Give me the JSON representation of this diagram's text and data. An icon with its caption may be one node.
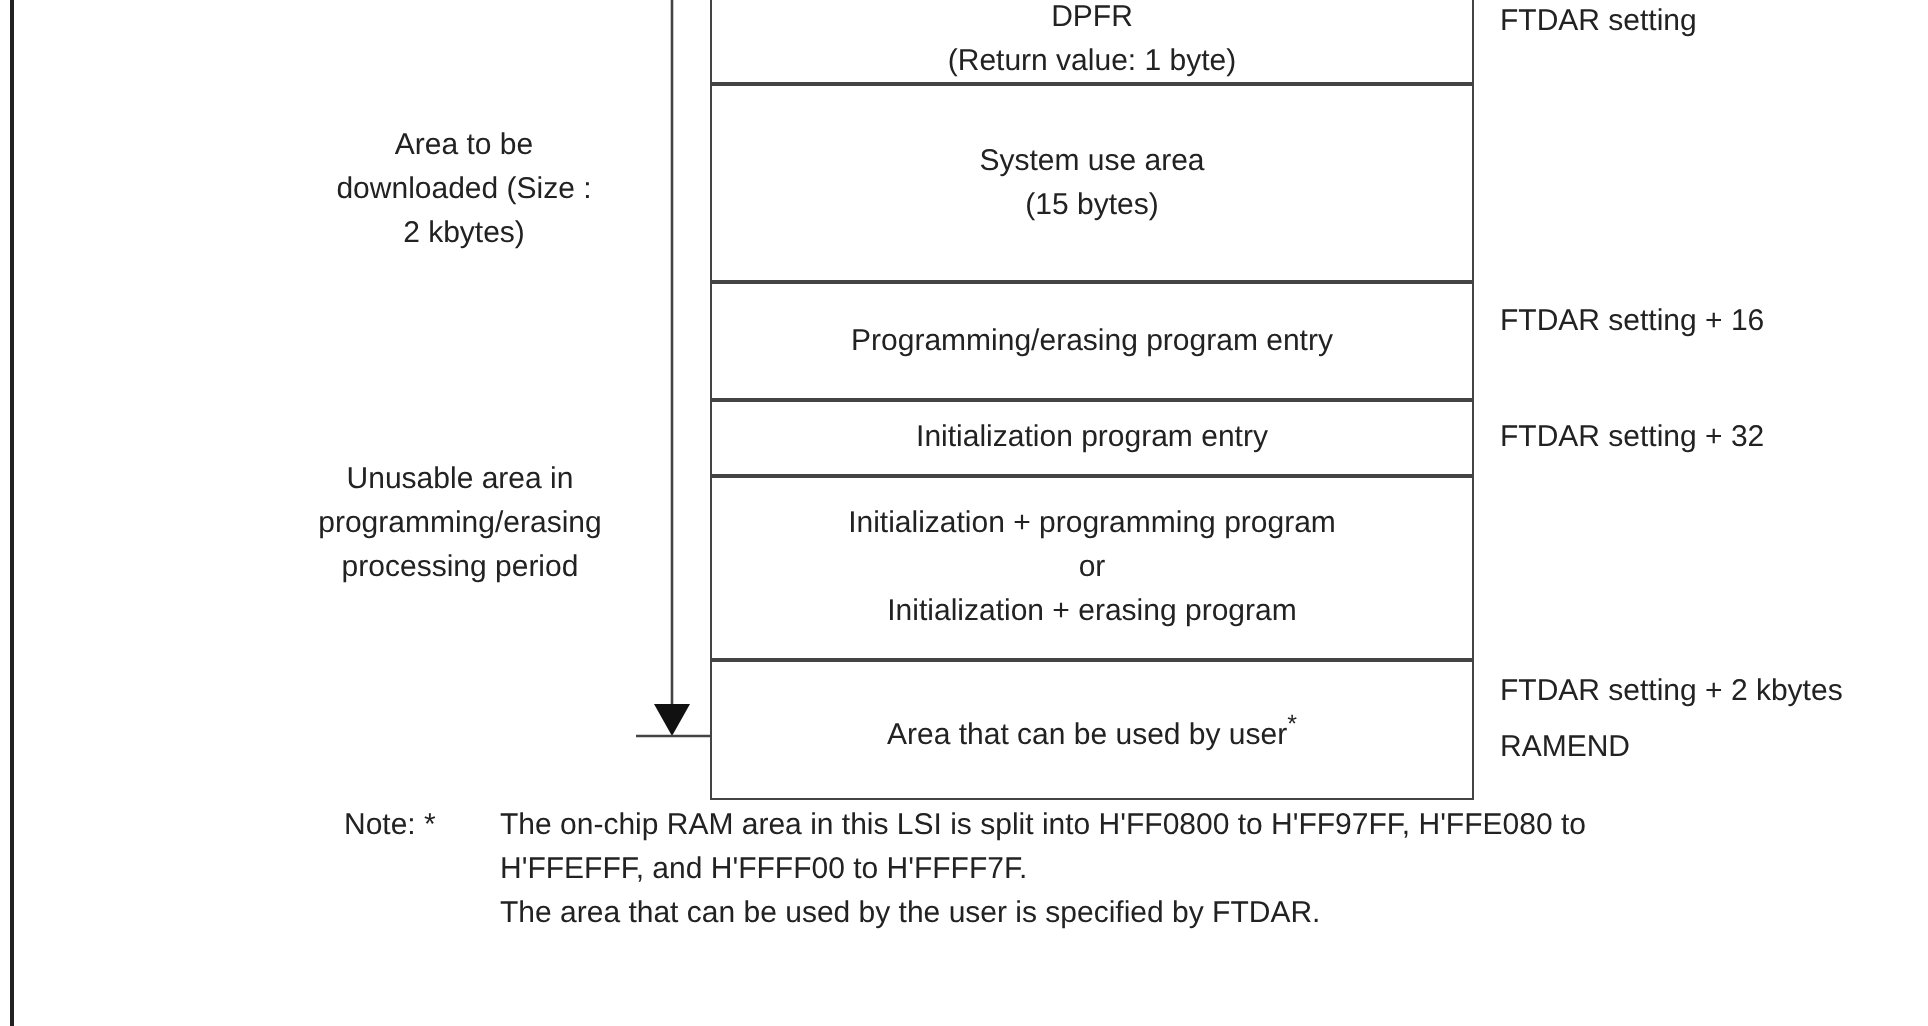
{
  "diagram": {
    "nodes": [
      {
        "text": [
          "DPFR",
          "(Return value: 1 byte)"
        ]
      },
      {
        "text": [
          "System use area",
          "(15 bytes)"
        ]
      },
      {
        "text": [
          "Programming/erasing program entry"
        ]
      },
      {
        "text": [
          "Initialization program entry"
        ]
      },
      {
        "text": [
          "Initialization + programming program",
          "or",
          "Initialization + erasing program"
        ]
      },
      {
        "text": [
          "Area that can be used by user$^{*}$"
        ]
      }
    ],
    "edges": [],
    "labels": [
      "FTDAR setting",
      "Area to be downloaded (Size : 2 kbytes)",
      "FTDAR setting + 16",
      "Unusable area in programming/erasing processing period",
      "FTDAR setting + 32",
      "FTDAR setting + 2 kbytes",
      "RAMEND",
      "Note: *",
      "The on-chip RAM area in this LSI is split into H'FF0800 to H'FF97FF, H'FFE080 to H'FFEFFF, and H'FFFF00 to H'FFFF7F.",
      "The area that can be used by the user is specified by FTDAR."
    ]
  }
}
